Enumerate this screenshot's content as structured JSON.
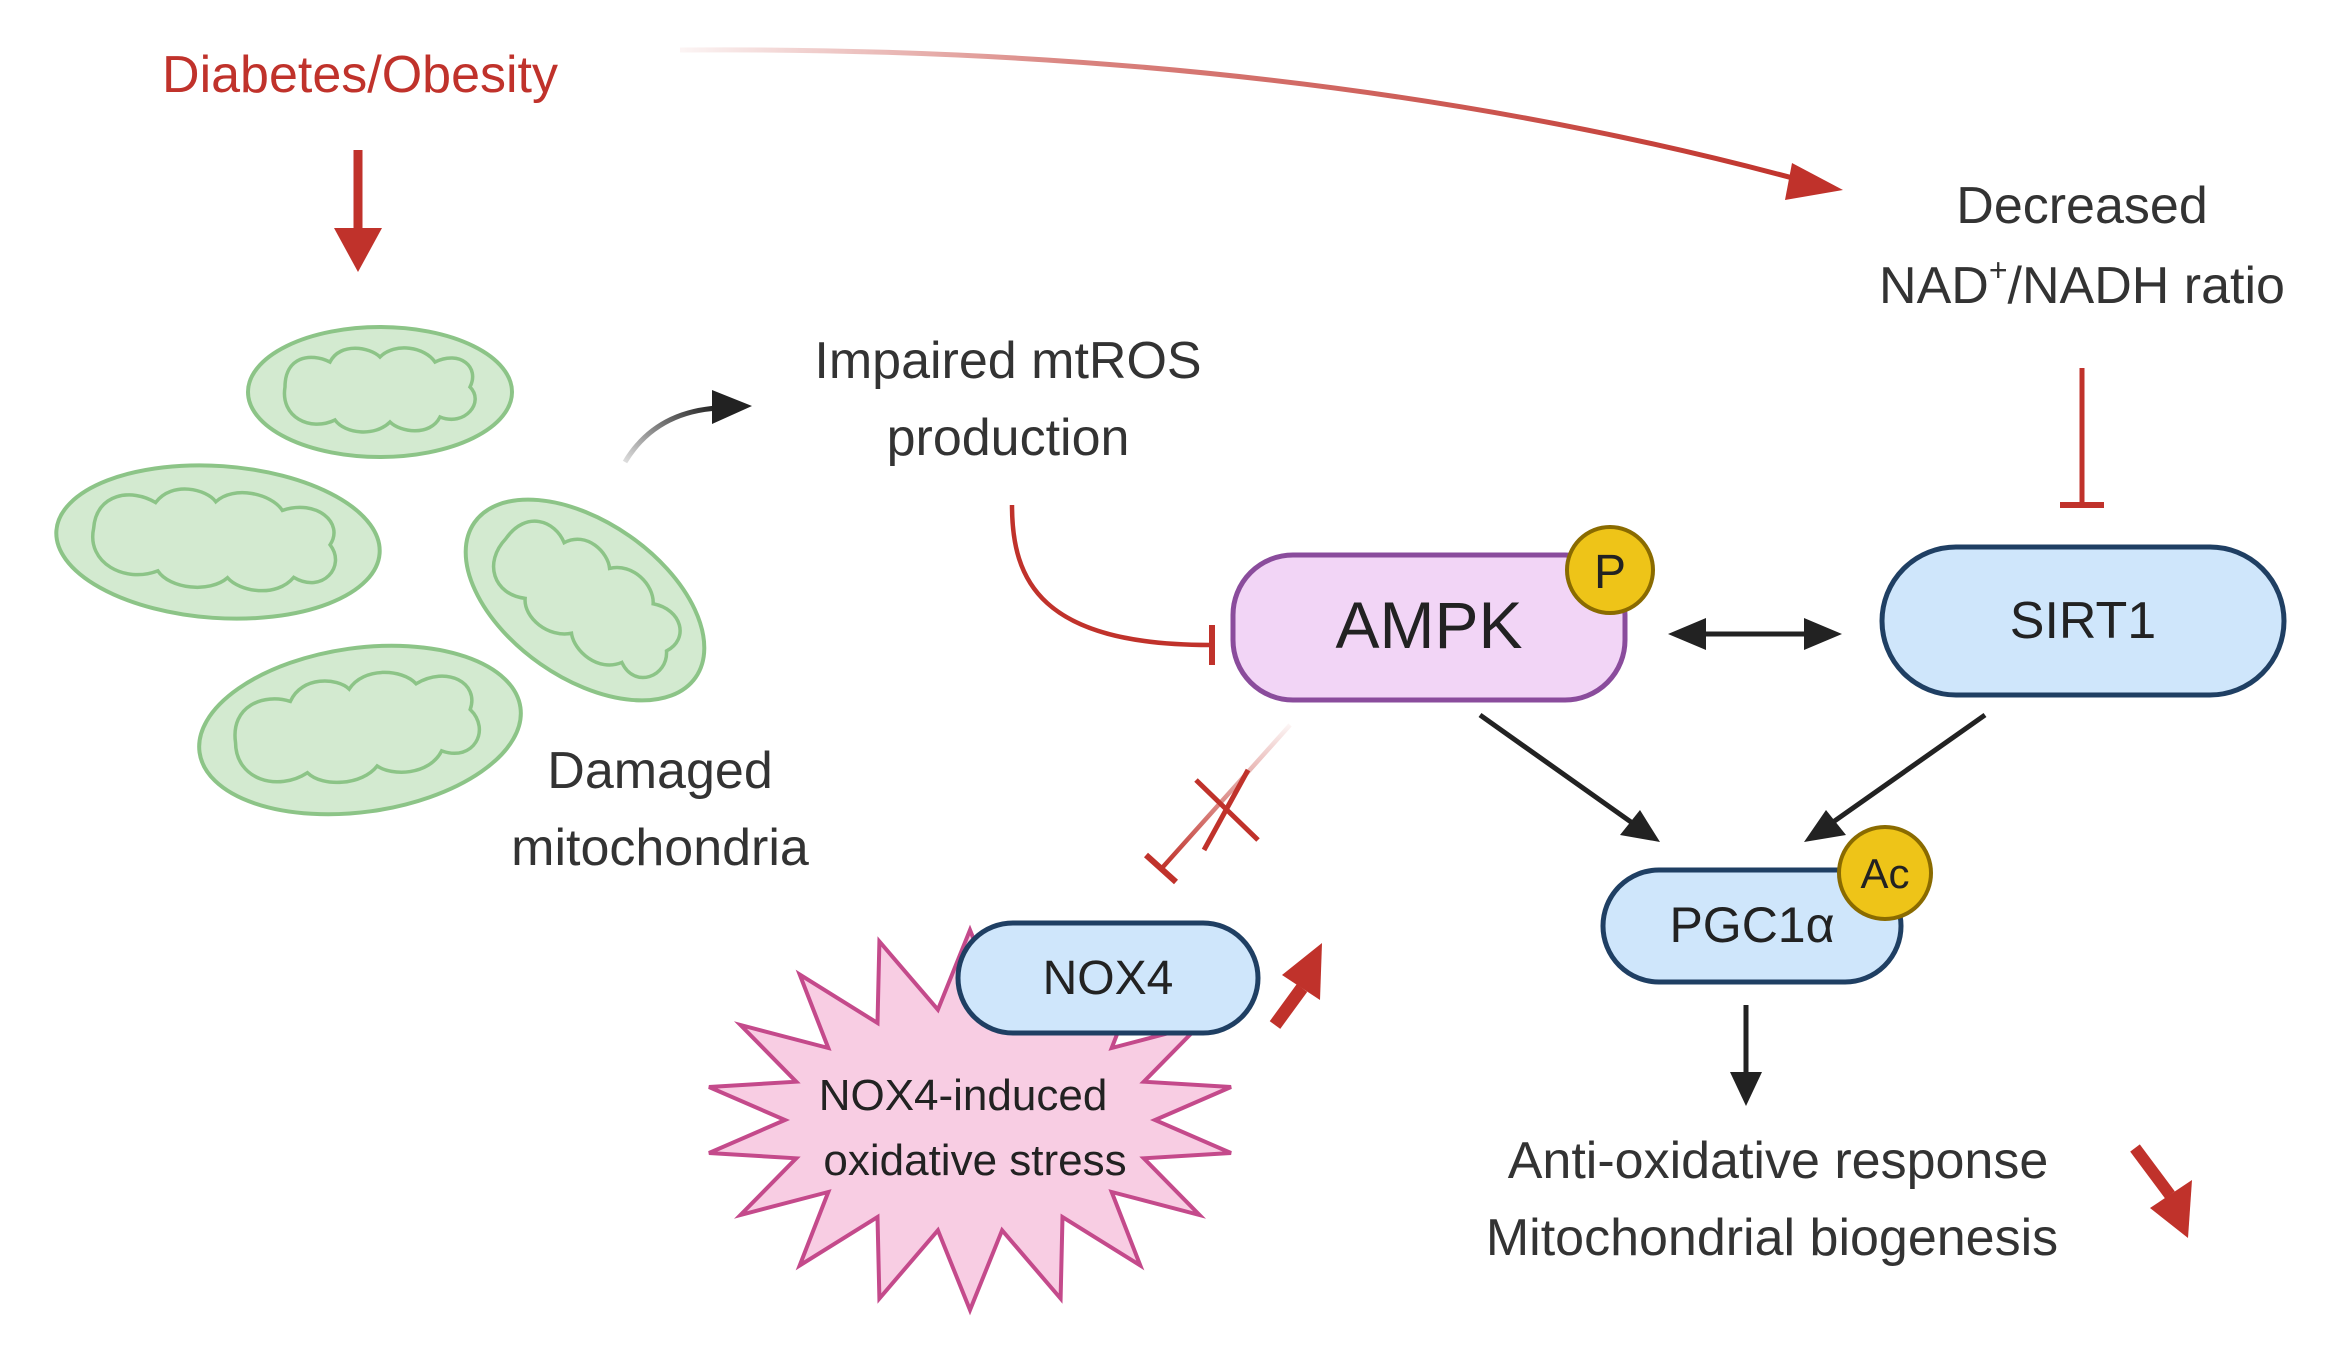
{
  "colors": {
    "red_arrow": "#c0322b",
    "black_arrow": "#222222",
    "mito_fill": "#d3ead0",
    "mito_stroke": "#8cc487",
    "ampk_fill": "#f2d5f6",
    "ampk_stroke": "#8a4c9c",
    "blue_fill": "#cfe6fb",
    "blue_stroke": "#1f3f63",
    "badge_fill": "#eec418",
    "badge_stroke": "#8a6b00",
    "star_fill": "#f8cde3",
    "star_stroke": "#c44a8b",
    "text_dark": "#333333"
  },
  "labels": {
    "diabetes": "Diabetes/Obesity",
    "decreased_line1": "Decreased",
    "decreased_line2_prefix": "NAD",
    "decreased_line2_sup": "+",
    "decreased_line2_suffix": "/NADH ratio",
    "impaired_line1": "Impaired mtROS",
    "impaired_line2": "production",
    "damaged_line1": "Damaged",
    "damaged_line2": "mitochondria",
    "ampk": "AMPK",
    "sirt1": "SIRT1",
    "pgc1a": "PGC1α",
    "nox4": "NOX4",
    "phospho_badge": "P",
    "acetyl_badge": "Ac",
    "stress_line1": "NOX4-induced",
    "stress_line2": "oxidative stress",
    "response_line1": "Anti-oxidative response",
    "response_line2": "Mitochondrial biogenesis"
  }
}
